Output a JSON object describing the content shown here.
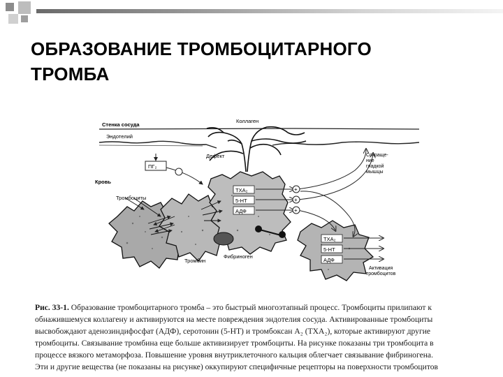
{
  "title": {
    "line1": "ОБРАЗОВАНИЕ ТРОМБОЦИТАРНОГО",
    "line2": "ТРОМБА"
  },
  "figure": {
    "vessel_wall": "Стенка сосуда",
    "endothelium": "Эндотелий",
    "collagen": "Коллаген",
    "defect": "Дефект",
    "pgi2": "ПГ₂",
    "smooth_muscle": [
      "Сокраще-",
      "ние",
      "гладкой",
      "мышцы"
    ],
    "blood": "Кровь",
    "platelets": "Тромбоциты",
    "txa2": "TXA₂",
    "ht5": "5-НТ",
    "adp": "АДФ",
    "txa2_b": "TXA₂",
    "ht5_b": "5-НТ",
    "adp_b": "АДФ",
    "fibrinogen": "Фибриноген",
    "thrombin": "Тромбин",
    "activation": [
      "Активация",
      "тромбоцитов"
    ],
    "plus_signs": [
      "+",
      "+",
      "+"
    ]
  },
  "caption": {
    "lead": "Рис. 33-1.",
    "line1_rest": " Образование тромбоцитарного тромба – это быстрый многоэтапный процесс. Тромбоциты прилипают к",
    "line2": "обнажившемуся коллагену и активируются на месте повреждения эндотелия сосуда. Активированные тромбоциты",
    "line3": "высвобождают аденозиндифосфат (АДФ), серотонин (5-НТ) и тромбоксан А₂ (ТХА₂), которые активируют другие",
    "line4": "тромбоциты. Связывание тромбина еще больше активизирует тромбоциты. На рисунке показаны три тромбоцита в",
    "line5": "процессе вязкого метаморфоза. Повышение уровня внутриклеточного кальция облегчает связывание фибриногена.",
    "line6": "Эти и другие вещества (не показаны на рисунке) оккупируют специфичные рецепторы на поверхности тромбоцитов"
  }
}
